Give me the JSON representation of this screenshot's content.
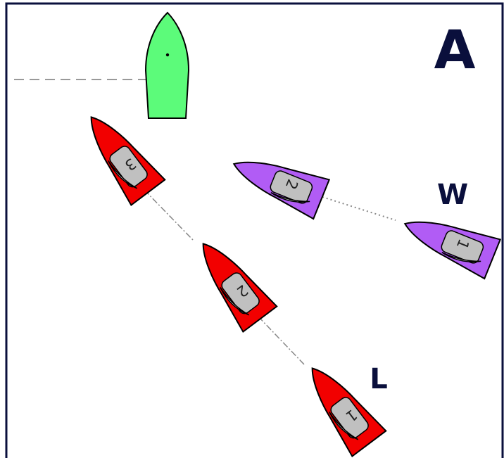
{
  "diagram": {
    "panel_letter": "A",
    "windward_label": "W",
    "leeward_label": "L",
    "colors": {
      "frame": "#0a0f3c",
      "committee_boat": "#5cfb7a",
      "leeward_boats": "#f20000",
      "windward_boats": "#b15cf5",
      "cockpit": "#c0c0c0",
      "sail": "#ffffff",
      "start_line": "#999999",
      "track_dashdot": "#888888",
      "track_dotted": "#888888"
    },
    "boats": {
      "committee_boat": {
        "role": "committee boat"
      },
      "leeward_1": {
        "color": "red",
        "position_label": "1"
      },
      "leeward_2": {
        "color": "red",
        "position_label": "2"
      },
      "leeward_3": {
        "color": "red",
        "position_label": "3"
      },
      "windward_1": {
        "color": "purple",
        "position_label": "1"
      },
      "windward_2": {
        "color": "purple",
        "position_label": "2"
      }
    }
  }
}
